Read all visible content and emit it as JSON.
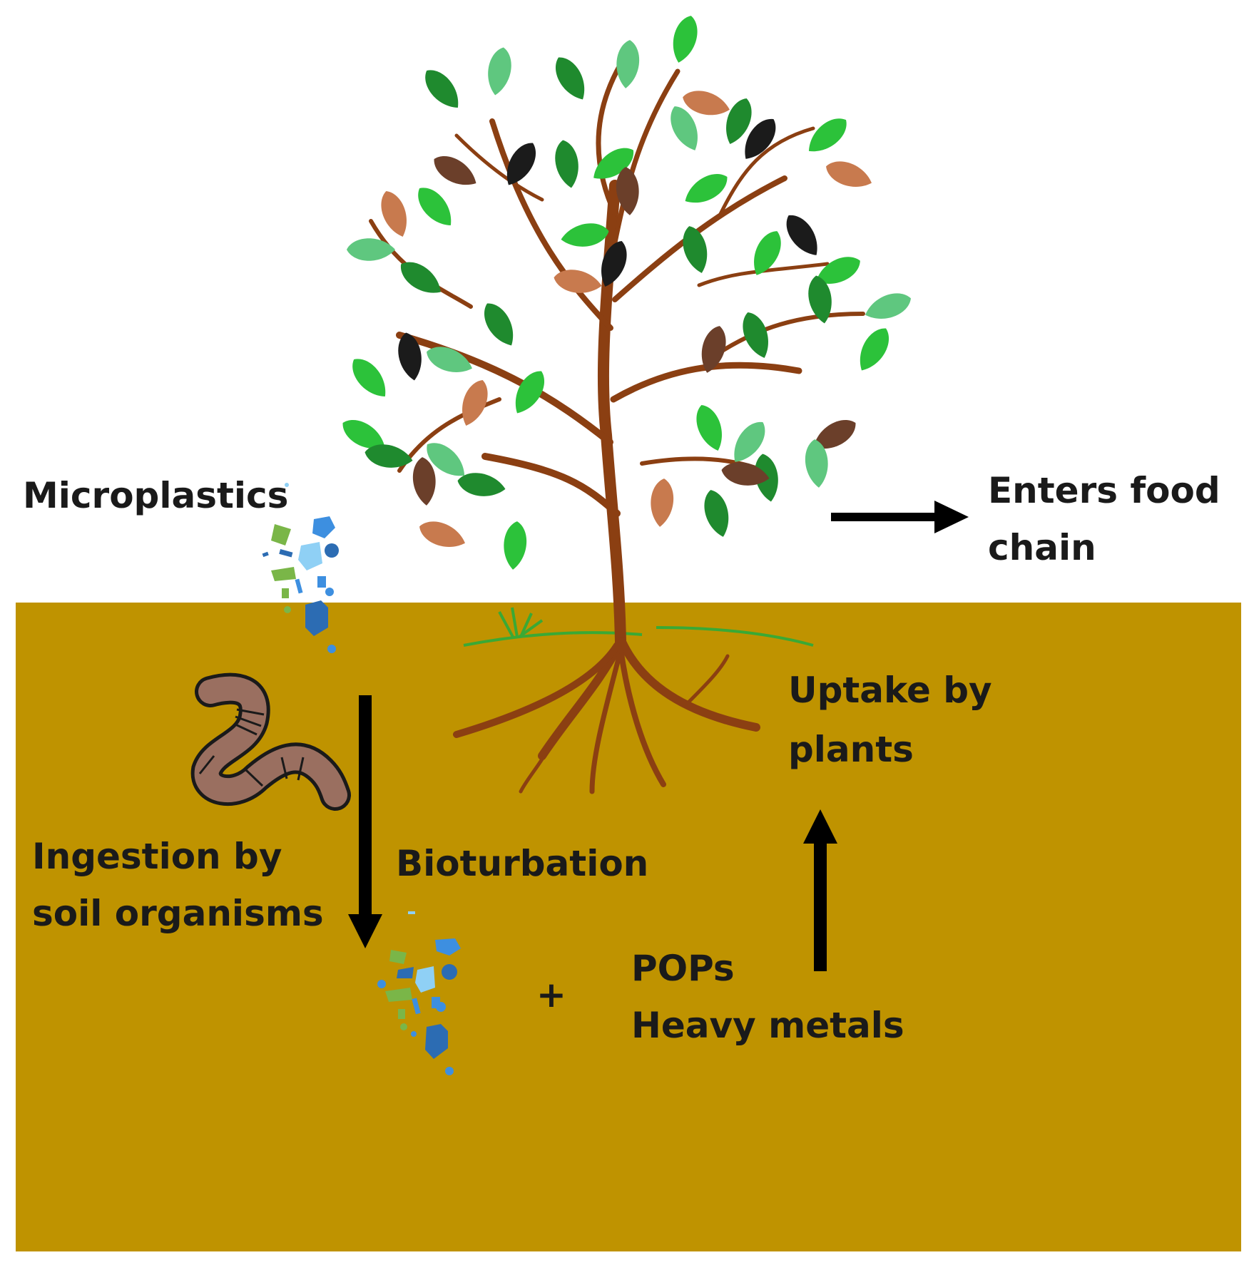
{
  "labels": {
    "microplastics": "Microplastics",
    "enters_line1": "Enters food",
    "enters_line2": "chain",
    "uptake_line1": "Uptake  by",
    "uptake_line2": "plants",
    "ingestion_line1": "Ingestion by",
    "ingestion_line2": "soil organisms",
    "bioturbation": "Bioturbation",
    "plus": "+",
    "pops": "POPs",
    "heavy_metals": "Heavy metals"
  },
  "colors": {
    "soil": "#bf9300",
    "trunk": "#8b3f12",
    "grass": "#3aa935",
    "arrow": "#000000",
    "leaf_dark_green": "#1f8a2e",
    "leaf_bright_green": "#2cc23a",
    "leaf_pale_green": "#5fc77f",
    "leaf_orange_brown": "#c87a4e",
    "leaf_dark_brown": "#6b3f2a",
    "leaf_black": "#1b1b1b",
    "worm_body": "#9a6f60",
    "particle_blue": "#3d8fe0",
    "particle_light_blue": "#8fd0f5",
    "particle_dark_blue": "#2c6cb3",
    "particle_green": "#7ab648"
  },
  "icons": [
    "tree-icon",
    "earthworm-icon",
    "microplastic-particles-icon",
    "grass-icon"
  ]
}
